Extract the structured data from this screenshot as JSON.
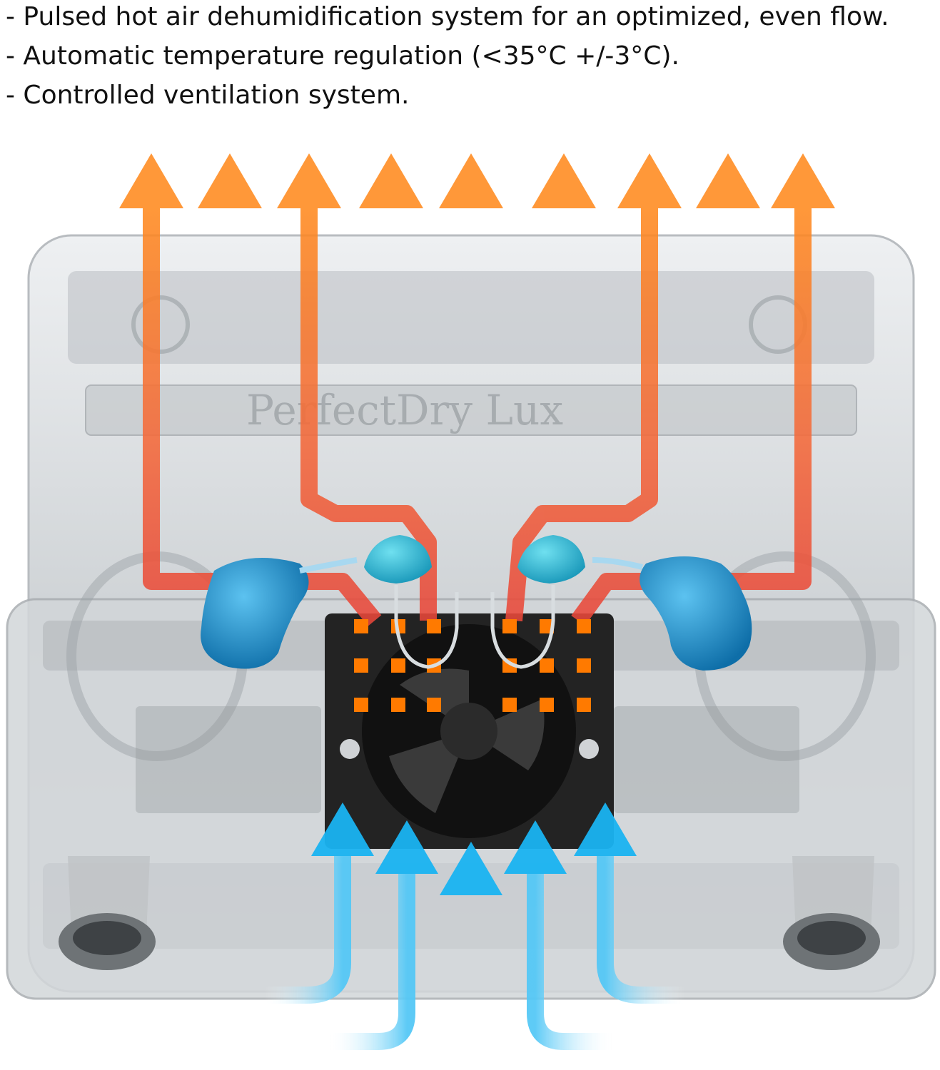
{
  "features": [
    "- Pulsed hot air dehumidification system for an optimized, even flow.",
    "- Automatic temperature regulation (<35°C +/-3°C).",
    "- Controlled ventilation system."
  ],
  "brand": {
    "name": "PerfectDry Lux"
  },
  "colors": {
    "hot_air": "#ff8a1e",
    "hot_air_deep": "#f0583a",
    "cold_air": "#1ab4f2",
    "heater": "#ff7a00",
    "hearing_aid": "#1b8ecf",
    "case": "#d9dde0",
    "fan": "#232323"
  },
  "icons": {
    "hot_arrow": "arrow-up-orange",
    "cold_arrow": "arrow-up-blue",
    "fan": "fan-icon",
    "hearing_aid": "hearing-aid-icon"
  }
}
